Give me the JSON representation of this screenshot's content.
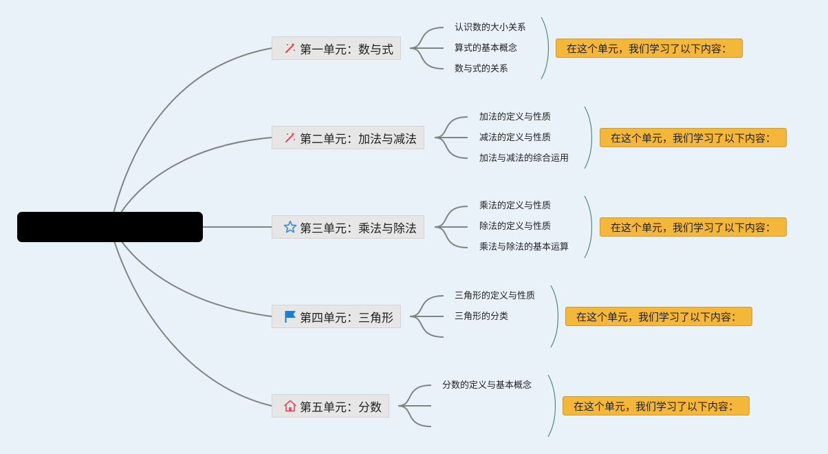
{
  "root": {
    "label": ""
  },
  "units": [
    {
      "icon": "magic-wand-icon",
      "title": "第一单元：数与式",
      "items": [
        "认识数的大小关系",
        "算式的基本概念",
        "数与式的关系"
      ],
      "summary": "在这个单元，我们学习了以下内容："
    },
    {
      "icon": "magic-wand-icon",
      "title": "第二单元：加法与减法",
      "items": [
        "加法的定义与性质",
        "减法的定义与性质",
        "加法与减法的综合运用"
      ],
      "summary": "在这个单元，我们学习了以下内容："
    },
    {
      "icon": "star-icon",
      "title": "第三单元：乘法与除法",
      "items": [
        "乘法的定义与性质",
        "除法的定义与性质",
        "乘法与除法的基本运算"
      ],
      "summary": "在这个单元，我们学习了以下内容："
    },
    {
      "icon": "flag-icon",
      "title": "第四单元：三角形",
      "items": [
        "三角形的定义与性质",
        "三角形的分类",
        ""
      ],
      "summary": "在这个单元，我们学习了以下内容："
    },
    {
      "icon": "house-icon",
      "title": "第五单元：分数",
      "items": [
        "分数的定义与基本概念",
        "",
        ""
      ],
      "summary": "在这个单元，我们学习了以下内容："
    }
  ],
  "colors": {
    "background": "#e9f1f9",
    "connector": "#7d8580",
    "bracket": "#4f8a76",
    "summary_fill": "#f5b73a",
    "wand": "#d9463c",
    "star": "#3a8fd8",
    "flag": "#1a7fd6",
    "house": "#e04b5f"
  }
}
